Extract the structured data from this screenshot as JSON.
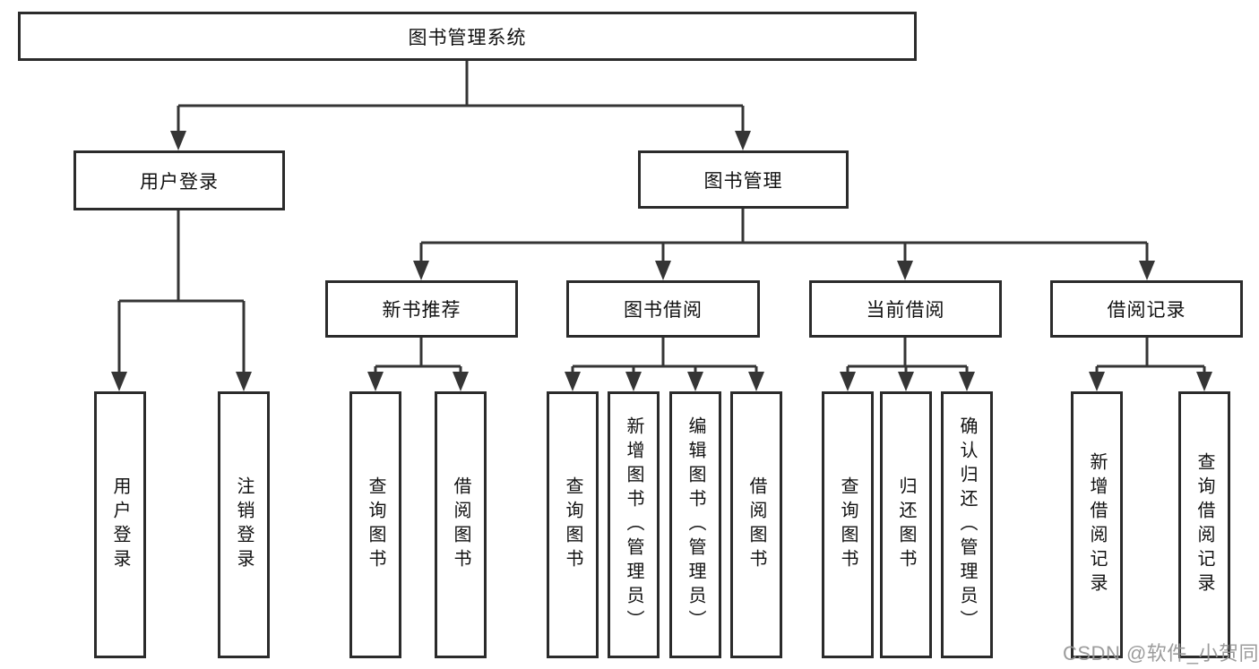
{
  "colors": {
    "line": "#353535",
    "box_border": "#2b2b2b",
    "text": "#111111",
    "watermark": "#949494",
    "background": "#ffffff"
  },
  "diagram": {
    "root": {
      "label": "图书管理系统"
    },
    "level2": {
      "user_login": {
        "label": "用户登录"
      },
      "book_management": {
        "label": "图书管理"
      }
    },
    "user_login_children": {
      "login": {
        "label": "用户登录"
      },
      "logout": {
        "label": "注销登录"
      }
    },
    "level3": {
      "new_book_recommend": {
        "label": "新书推荐"
      },
      "book_borrow": {
        "label": "图书借阅"
      },
      "current_borrow": {
        "label": "当前借阅"
      },
      "borrow_records": {
        "label": "借阅记录"
      }
    },
    "new_book_recommend_children": {
      "query_book": {
        "label": "查询图书"
      },
      "borrow_book": {
        "label": "借阅图书"
      }
    },
    "book_borrow_children": {
      "query_book": {
        "label": "查询图书"
      },
      "add_book_admin": {
        "label": "新增图书（管理员）"
      },
      "edit_book_admin": {
        "label": "编辑图书（管理员）"
      },
      "borrow_book": {
        "label": "借阅图书"
      }
    },
    "current_borrow_children": {
      "query_book": {
        "label": "查询图书"
      },
      "return_book": {
        "label": "归还图书"
      },
      "confirm_return_admin": {
        "label": "确认归还（管理员）"
      }
    },
    "borrow_records_children": {
      "add_borrow_record": {
        "label": "新增借阅记录"
      },
      "query_borrow_record": {
        "label": "查询借阅记录"
      }
    }
  },
  "watermark": {
    "text": "CSDN @软件_小贺同学"
  }
}
